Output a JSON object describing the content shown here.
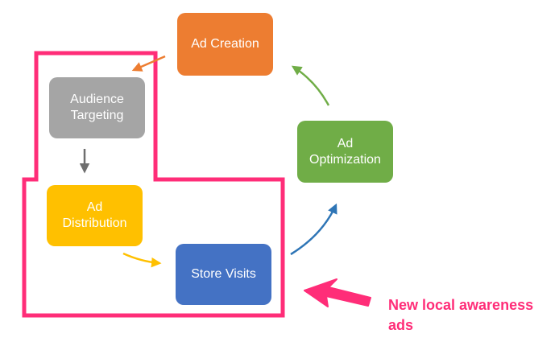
{
  "diagram": {
    "nodes": {
      "ad_creation": {
        "label": "Ad Creation",
        "color": "#ED7D31"
      },
      "audience_targeting": {
        "label": "Audience\nTargeting",
        "color": "#A5A5A5"
      },
      "ad_optimization": {
        "label": "Ad\nOptimization",
        "color": "#70AD47"
      },
      "ad_distribution": {
        "label": "Ad\nDistribution",
        "color": "#FFC000"
      },
      "store_visits": {
        "label": "Store Visits",
        "color": "#4472C4"
      }
    },
    "highlight": {
      "color": "#FF2D78",
      "callout": "New local awareness\nads"
    }
  }
}
